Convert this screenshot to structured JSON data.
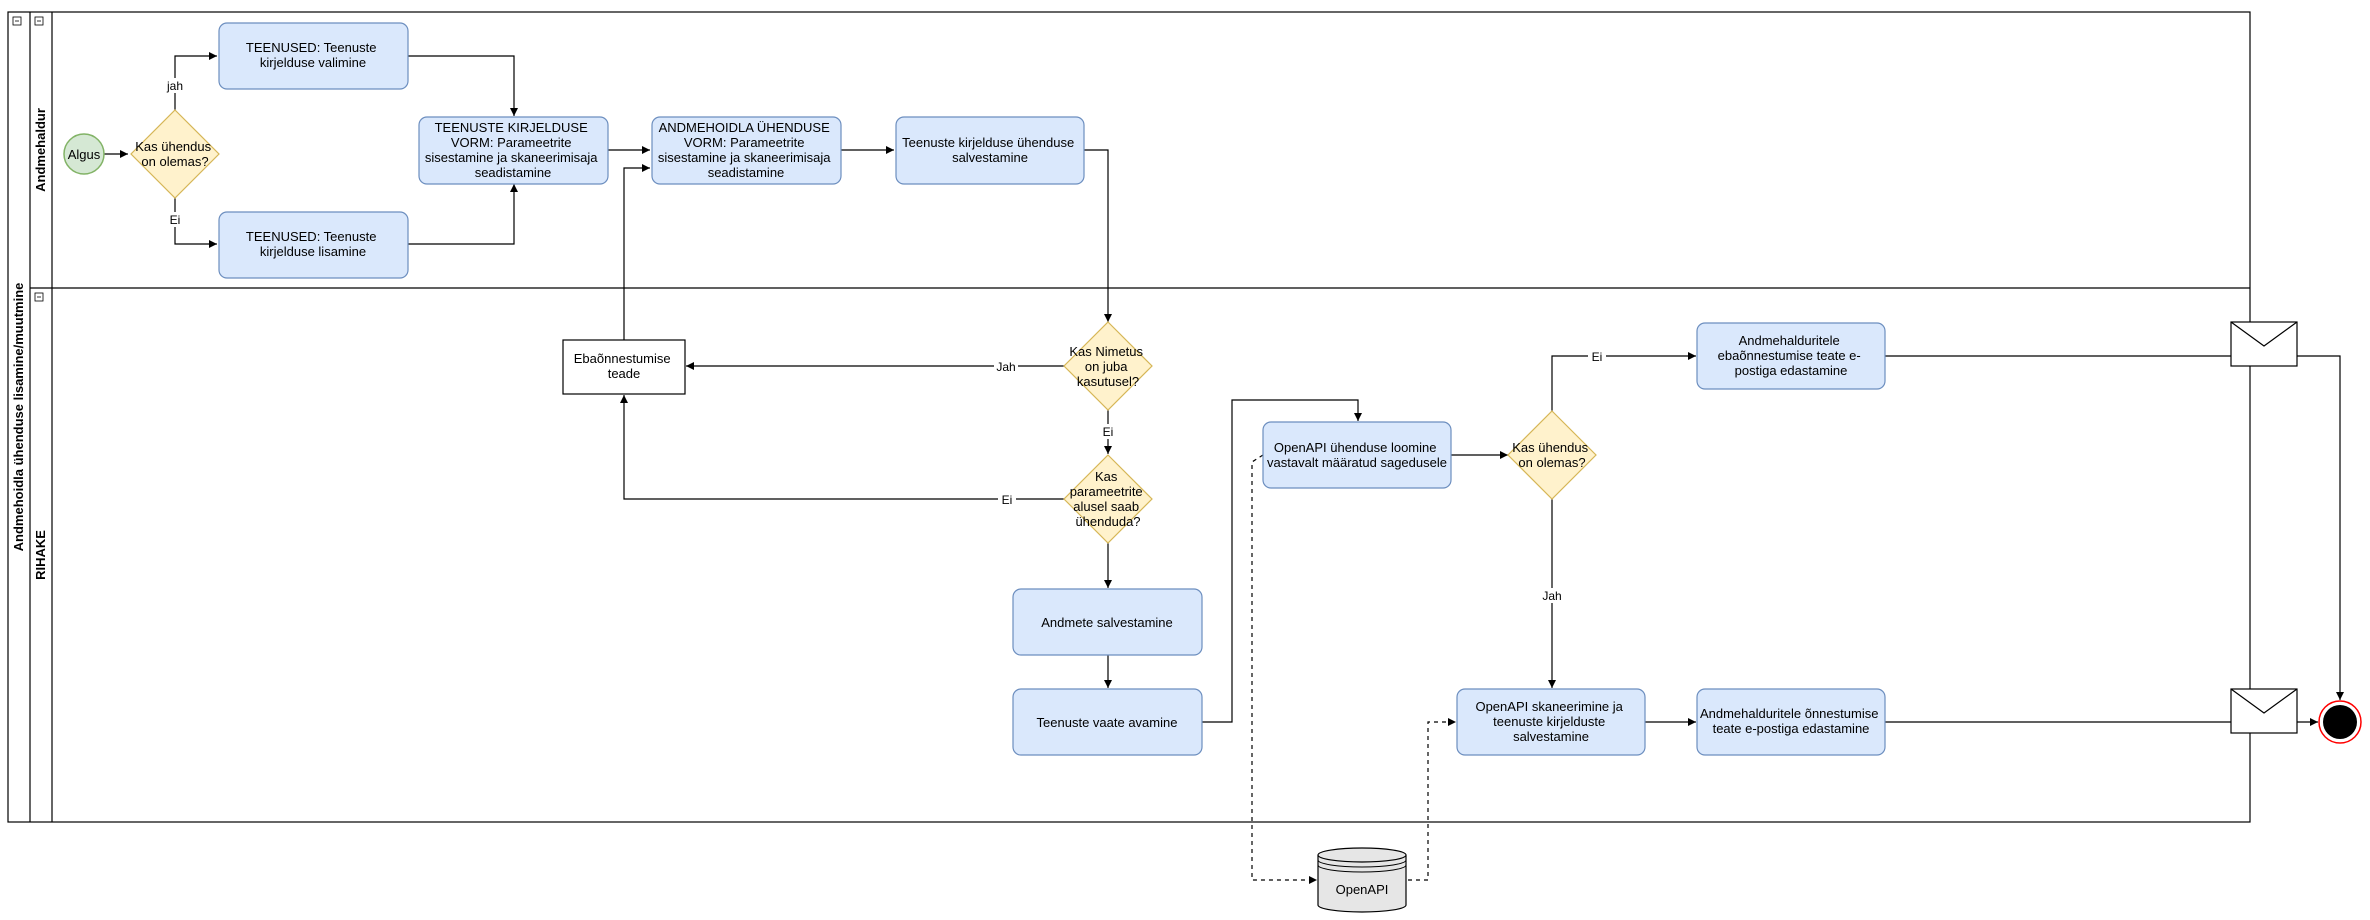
{
  "pool": {
    "title": "Andmehoidla ühenduse lisamine/muutmine"
  },
  "lanes": {
    "top": "Andmehaldur",
    "bottom": "RIHAKE"
  },
  "nodes": {
    "start": "Algus",
    "gw_connection": [
      "Kas ühendus",
      "on olemas?"
    ],
    "task_select": [
      "TEENUSED: Teenuste",
      "kirjelduse valimine"
    ],
    "task_add": [
      "TEENUSED: Teenuste",
      "kirjelduse lisamine"
    ],
    "task_form": [
      "TEENUSTE KIRJELDUSE",
      "VORM: Parameetrite",
      "sisestamine ja skaneerimisaja",
      "seadistamine"
    ],
    "task_repo_form": [
      "ANDMEHOIDLA ÜHENDUSE",
      "VORM: Parameetrite",
      "sisestamine ja skaneerimisaja",
      "seadistamine"
    ],
    "task_save_conn": [
      "Teenuste kirjelduse ühenduse",
      "salvestamine"
    ],
    "task_fail_msg": [
      "Ebaõnnestumise",
      "teade"
    ],
    "gw_name": [
      "Kas Nimetus",
      "on juba",
      "kasutusel?"
    ],
    "gw_params": [
      "Kas",
      "parameetrite",
      "alusel saab",
      "ühenduda?"
    ],
    "task_save_data": [
      "Andmete salvestamine"
    ],
    "task_open_view": [
      "Teenuste vaate avamine"
    ],
    "task_openapi_conn": [
      "OpenAPI ühenduse loomine",
      "vastavalt määratud sagedusele"
    ],
    "gw_conn2": [
      "Kas ühendus",
      "on olemas?"
    ],
    "task_notify_fail": [
      "Andmehalduritele",
      "ebaõnnestumise teate e-",
      "postiga edastamine"
    ],
    "task_scan": [
      "OpenAPI skaneerimine ja",
      "teenuste kirjelduste",
      "salvestamine"
    ],
    "task_notify_ok": [
      "Andmehalduritele õnnestumise",
      "teate e-postiga edastamine"
    ],
    "db": "OpenAPI"
  },
  "edge_labels": {
    "jah_top": "jah",
    "ei_top": "Ei",
    "jah_name": "Jah",
    "ei_name": "Ei",
    "ei_params": "Ei",
    "ei_conn2": "Ei",
    "jah_conn2": "Jah"
  },
  "colors": {
    "task_fill": "#dae8fc",
    "task_stroke": "#6c8ebf",
    "gateway_fill": "#fff2cc",
    "gateway_stroke": "#d6b656",
    "start_fill": "#d5e8d4",
    "start_stroke": "#82b366",
    "end_ring": "#ff0000",
    "db_fill": "#e6e6e6"
  }
}
